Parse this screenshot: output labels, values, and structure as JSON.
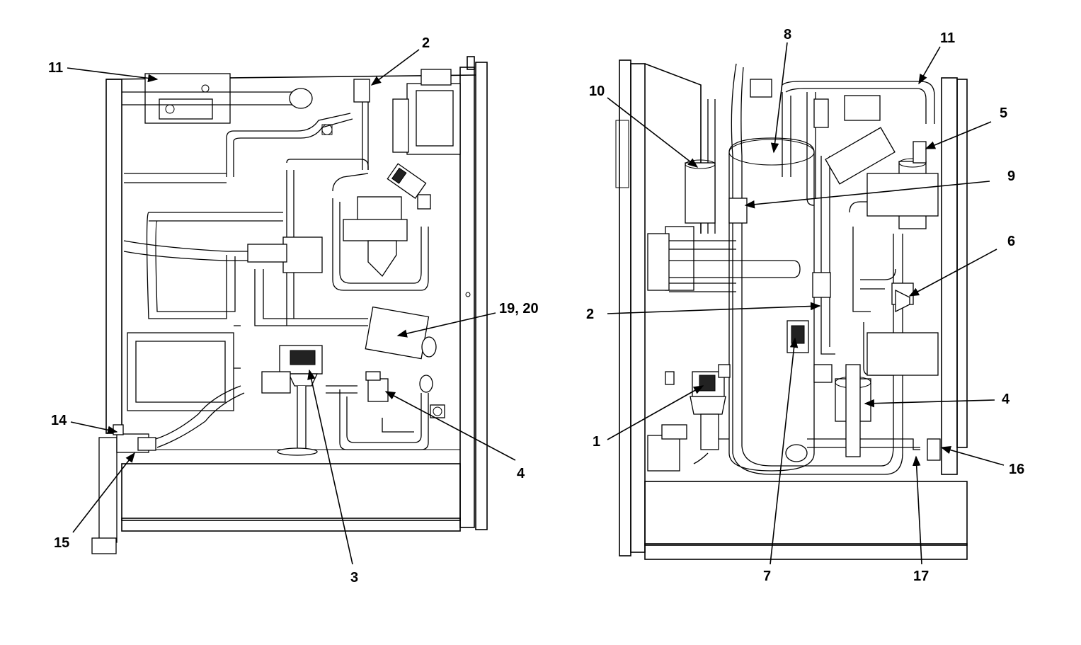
{
  "callouts": {
    "left": {
      "c11": "11",
      "c2": "2",
      "c19_20": "19, 20",
      "c14": "14",
      "c15": "15",
      "c3": "3",
      "c4": "4"
    },
    "right": {
      "c8": "8",
      "c11": "11",
      "c10": "10",
      "c5": "5",
      "c9": "9",
      "c6": "6",
      "c2": "2",
      "c4": "4",
      "c1": "1",
      "c16": "16",
      "c7": "7",
      "c17": "17"
    }
  }
}
